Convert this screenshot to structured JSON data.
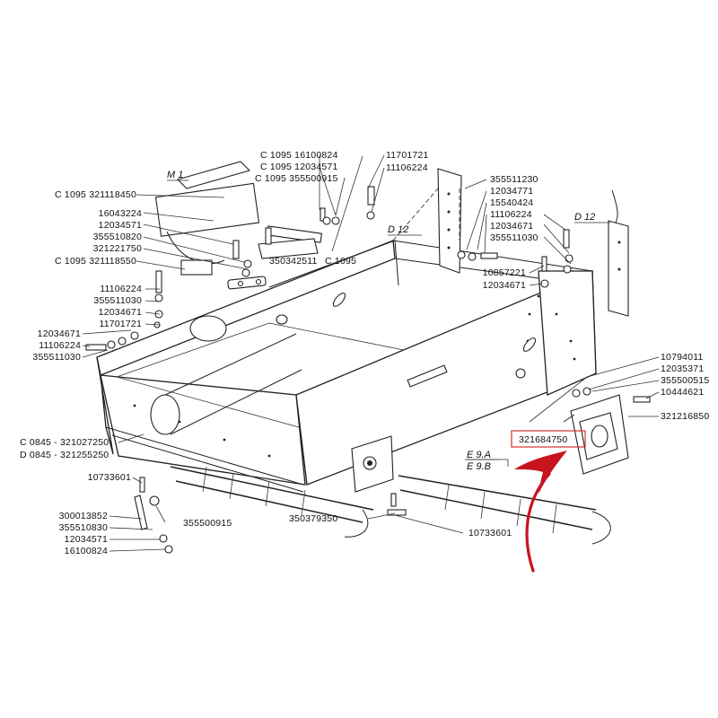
{
  "assembly_refs": {
    "m1": "M 1",
    "d12_left": "D 12",
    "d12_right": "D 12",
    "e9a": "E 9.A",
    "e9b": "E 9.B"
  },
  "left_top_labels": [
    "C 1095  321118450",
    "16043224",
    "12034571",
    "355510820",
    "321221750",
    "C 1095  321118550"
  ],
  "top_center_labels": [
    "C 1095  16100824",
    "C 1095  12034571",
    "C 1095  355500915"
  ],
  "top_right_stack": [
    "11701721",
    "11106224"
  ],
  "mid_label_a": "350342511",
  "mid_label_b": "C 1095",
  "left_mid_labels": [
    "11106224",
    "355511030",
    "12034671",
    "11701721"
  ],
  "left_lower_labels": [
    "12034671",
    "11106224",
    "355511030"
  ],
  "right_top_labels": [
    "355511230",
    "12034771",
    "15540424",
    "11106224",
    "12034671",
    "355511030"
  ],
  "right_mid_labels": [
    "10857221",
    "12034671"
  ],
  "right_lower_labels": [
    "10794011",
    "12035371",
    "355500515",
    "10444621",
    "321216850"
  ],
  "highlighted_part": "321684750",
  "bottom_left_codes": [
    "C 0845 - 321027250",
    "D 0845 -  321255250"
  ],
  "label_10733601_left": "10733601",
  "bottom_left_stack": [
    "300013852",
    "355510830",
    "12034571",
    "16100824"
  ],
  "label_355500915": "355500915",
  "label_350379350": "350379350",
  "label_10733601_right": "10733601",
  "colors": {
    "highlight_box": "#d13030",
    "arrow": "#c8141e",
    "line": "#222222"
  }
}
